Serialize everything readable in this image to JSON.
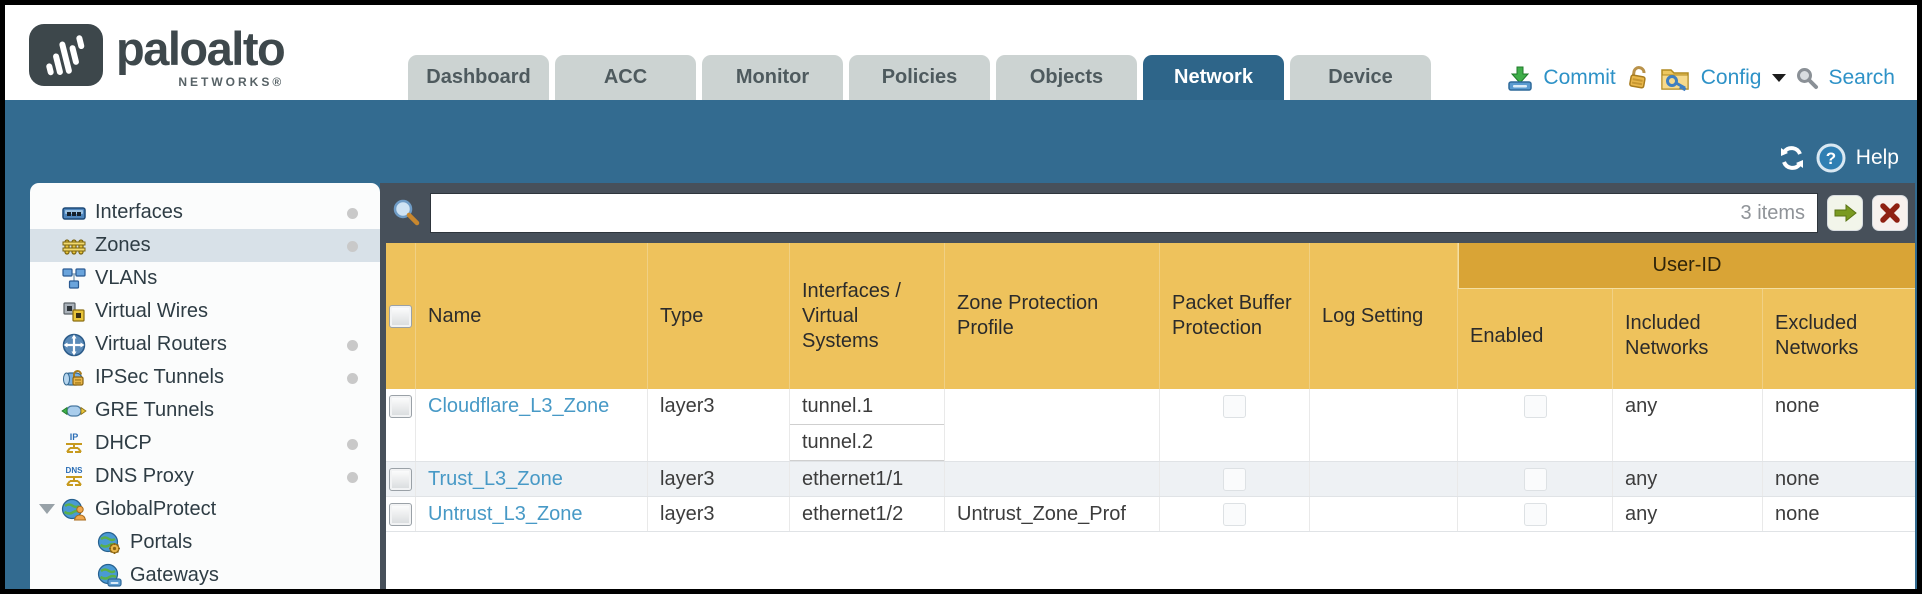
{
  "brand": {
    "name": "paloalto",
    "sub": "NETWORKS®"
  },
  "nav": {
    "tabs": [
      {
        "label": "Dashboard",
        "active": false
      },
      {
        "label": "ACC",
        "active": false
      },
      {
        "label": "Monitor",
        "active": false
      },
      {
        "label": "Policies",
        "active": false
      },
      {
        "label": "Objects",
        "active": false
      },
      {
        "label": "Network",
        "active": true
      },
      {
        "label": "Device",
        "active": false
      }
    ]
  },
  "toolbar": {
    "commit_label": "Commit",
    "config_label": "Config",
    "search_label": "Search"
  },
  "band": {
    "help_label": "Help"
  },
  "filter": {
    "value": "",
    "count_label": "3 items"
  },
  "sidebar": {
    "items": [
      {
        "label": "Interfaces",
        "has_status_dot": true
      },
      {
        "label": "Zones",
        "selected": true,
        "has_status_dot": true
      },
      {
        "label": "VLANs"
      },
      {
        "label": "Virtual Wires"
      },
      {
        "label": "Virtual Routers",
        "has_status_dot": true
      },
      {
        "label": "IPSec Tunnels",
        "has_status_dot": true
      },
      {
        "label": "GRE Tunnels"
      },
      {
        "label": "DHCP",
        "has_status_dot": true
      },
      {
        "label": "DNS Proxy",
        "has_status_dot": true
      },
      {
        "label": "GlobalProtect",
        "expanded": true
      },
      {
        "label": "Portals",
        "child": true
      },
      {
        "label": "Gateways",
        "child": true
      }
    ]
  },
  "table": {
    "group_header": "User-ID",
    "columns": [
      "Name",
      "Type",
      "Interfaces / Virtual Systems",
      "Zone Protection Profile",
      "Packet Buffer Protection",
      "Log Setting",
      "Enabled",
      "Included Networks",
      "Excluded Networks"
    ],
    "rows": [
      {
        "name": "Cloudflare_L3_Zone",
        "type": "layer3",
        "interfaces": [
          "tunnel.1",
          "tunnel.2"
        ],
        "zone_protection_profile": "",
        "packet_buffer_protection": false,
        "log_setting": "",
        "user_id_enabled": false,
        "included_networks": "any",
        "excluded_networks": "none"
      },
      {
        "name": "Trust_L3_Zone",
        "type": "layer3",
        "interfaces": [
          "ethernet1/1"
        ],
        "zone_protection_profile": "",
        "packet_buffer_protection": false,
        "log_setting": "",
        "user_id_enabled": false,
        "included_networks": "any",
        "excluded_networks": "none"
      },
      {
        "name": "Untrust_L3_Zone",
        "type": "layer3",
        "interfaces": [
          "ethernet1/2"
        ],
        "zone_protection_profile": "Untrust_Zone_Prof",
        "packet_buffer_protection": false,
        "log_setting": "",
        "user_id_enabled": false,
        "included_networks": "any",
        "excluded_networks": "none"
      }
    ]
  },
  "colors": {
    "teal_band": "#336b90",
    "active_tab": "#2e6589",
    "header_gold": "#eec25c",
    "group_band_gold": "#d9a436",
    "dark_strip": "#47505a",
    "link_blue": "#4799c6",
    "toolbar_blue": "#2e92c7"
  }
}
